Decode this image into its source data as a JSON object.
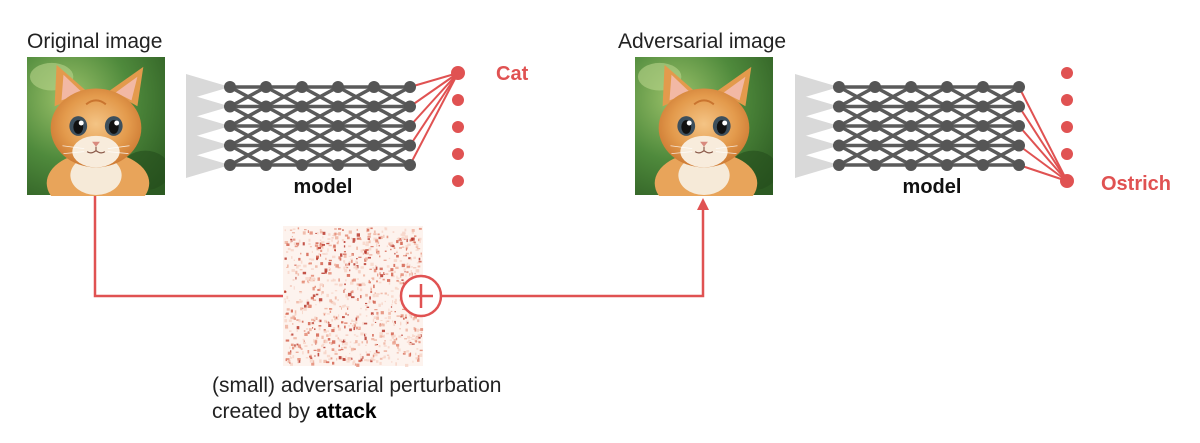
{
  "left": {
    "image_label": "Original image",
    "model_label": "model",
    "prediction": "Cat",
    "output_count": 5,
    "selected_output": 0
  },
  "right": {
    "image_label": "Adversarial image",
    "model_label": "model",
    "prediction": "Ostrich",
    "output_count": 5,
    "selected_output": 4
  },
  "perturbation": {
    "caption_line1": "(small) adversarial perturbation",
    "caption_prefix": "created by ",
    "caption_bold": "attack",
    "operator": "+"
  },
  "network": {
    "inputs": 5,
    "hidden_layers": 6
  },
  "colors": {
    "accent": "#e05252",
    "node": "#555555",
    "edge": "#5a5a5a",
    "funnel": "#d9d9d9"
  },
  "icons": {
    "kitten_image": "cat-photo-icon",
    "plus": "plus-circle-icon"
  }
}
